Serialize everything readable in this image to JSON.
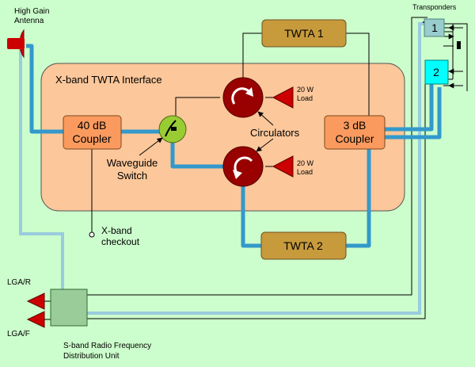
{
  "antenna": {
    "label_line1": "High Gain",
    "label_line2": "Antenna"
  },
  "interface": {
    "title": "X-band TWTA Interface"
  },
  "coupler_40db": {
    "line1": "40 dB",
    "line2": "Coupler"
  },
  "coupler_3db": {
    "line1": "3 dB",
    "line2": "Coupler"
  },
  "twta1": {
    "label": "TWTA  1"
  },
  "twta2": {
    "label": "TWTA 2"
  },
  "loads": [
    {
      "line1": "20 W",
      "line2": "Load"
    },
    {
      "line1": "20 W",
      "line2": "Load"
    }
  ],
  "circulators": {
    "label": "Circulators"
  },
  "waveguide_switch": {
    "line1": "Waveguide",
    "line2": "Switch"
  },
  "checkout": {
    "line1": "X-band",
    "line2": "checkout"
  },
  "transponders": {
    "label": "Transponders",
    "items": [
      "1",
      "2"
    ]
  },
  "lga": {
    "r": "LGA/R",
    "f": "LGA/F"
  },
  "sband_unit": {
    "line1": "S-band Radio Frequency",
    "line2": "Distribution Unit"
  },
  "colors": {
    "background": "#ccfdcc",
    "interface_fill": "#fcc79a",
    "coupler_fill": "#fb9a5e",
    "twta_fill": "#c79a3c",
    "circulator_fill": "#990000",
    "switch_fill": "#99cc33",
    "waveguide_blue": "#3399cc",
    "sband_blue": "#99ccdd",
    "load_red": "#cc0000",
    "transponder1_fill": "#99cccc",
    "transponder2_fill": "#00ffff",
    "sband_unit_fill": "#99cc99"
  }
}
